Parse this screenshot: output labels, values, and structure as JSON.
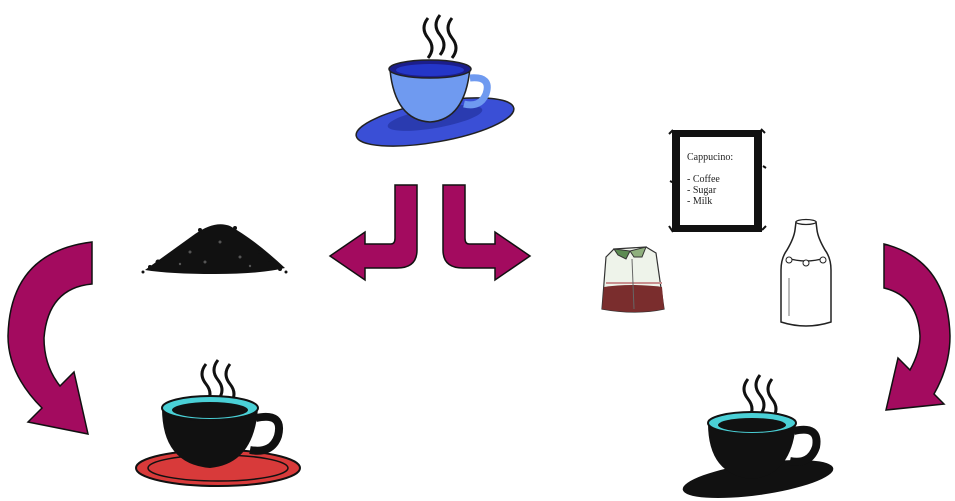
{
  "recipe": {
    "title": "Cappucino:",
    "items": [
      "- Coffee",
      "- Sugar",
      "- Milk"
    ]
  },
  "colors": {
    "arrow": "#a30b5f",
    "blue_cup": "#3a4fd6",
    "cup_rim": "#4ad0d6",
    "red_saucer": "#d83a3a"
  },
  "icons": [
    "blue-cup-icon",
    "coffee-grounds-icon",
    "recipe-card-icon",
    "sugar-bag-icon",
    "milk-bottle-icon",
    "black-cup-red-saucer-icon",
    "black-cup-icon"
  ]
}
